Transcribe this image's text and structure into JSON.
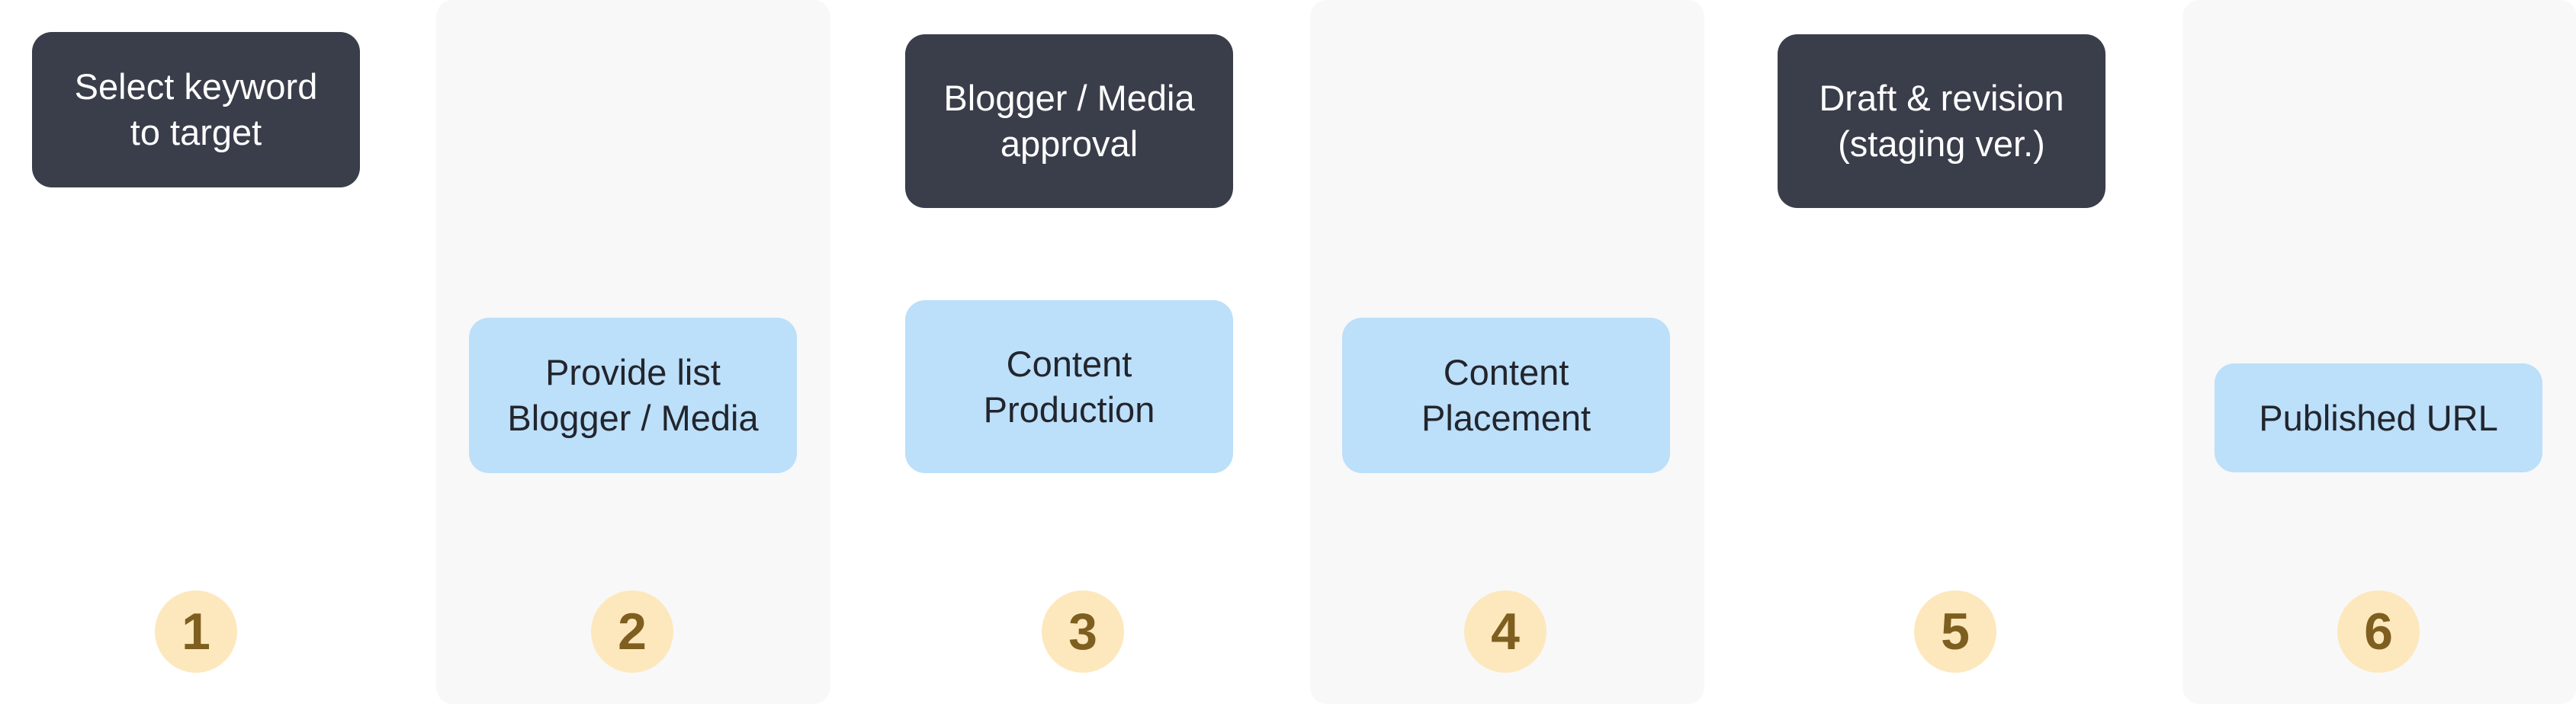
{
  "steps": [
    {
      "number": "1",
      "dark": "Select keyword\nto target",
      "light": ""
    },
    {
      "number": "2",
      "dark": "",
      "light": "Provide list\nBlogger / Media"
    },
    {
      "number": "3",
      "dark": "Blogger / Media\napproval",
      "light": "Content\nProduction"
    },
    {
      "number": "4",
      "dark": "",
      "light": "Content\nPlacement"
    },
    {
      "number": "5",
      "dark": "Draft & revision\n(staging ver.)",
      "light": ""
    },
    {
      "number": "6",
      "dark": "",
      "light": "Published URL"
    }
  ],
  "colors": {
    "band": "#f8f8f8",
    "dark_box": "#3a3e4a",
    "light_box": "#bcdffa",
    "badge_fill": "#fde8bd",
    "badge_text": "#7e5f1f"
  }
}
